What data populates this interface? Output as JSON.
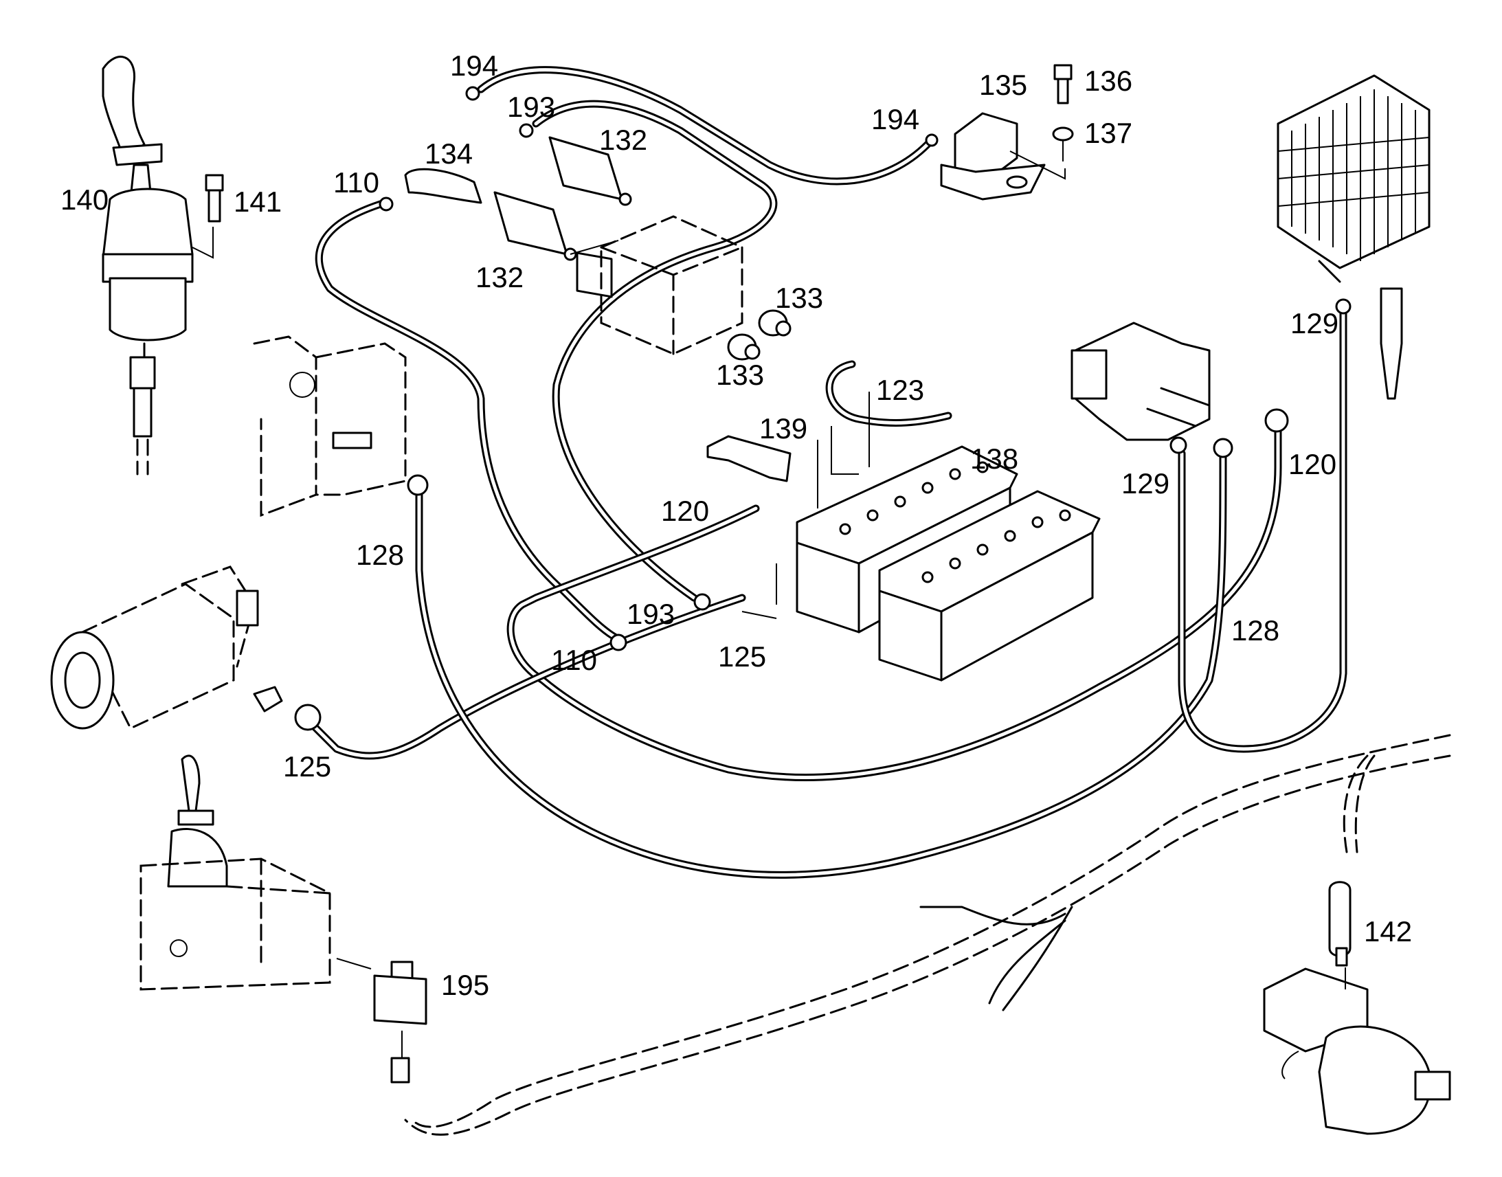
{
  "callouts": {
    "c194a": "194",
    "c194b": "194",
    "c193a": "193",
    "c193b": "193",
    "c132a": "132",
    "c132b": "132",
    "c134": "134",
    "c110a": "110",
    "c110b": "110",
    "c135": "135",
    "c136": "136",
    "c137": "137",
    "c140": "140",
    "c141": "141",
    "c133a": "133",
    "c133b": "133",
    "c129a": "129",
    "c129b": "129",
    "c123": "123",
    "c139": "139",
    "c138": "138",
    "c120a": "120",
    "c120b": "120",
    "c128a": "128",
    "c128b": "128",
    "c125a": "125",
    "c125b": "125",
    "c195": "195",
    "c142": "142"
  }
}
